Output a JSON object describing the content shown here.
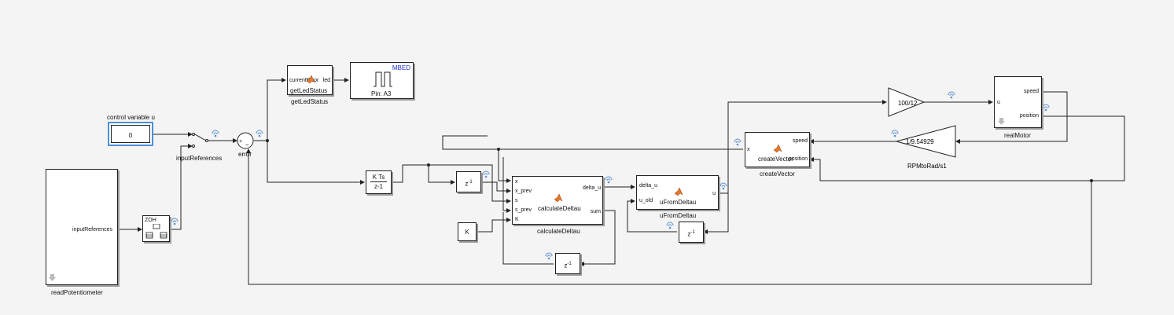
{
  "blocks": {
    "read_potentiometer": {
      "name": "readPotentiometer",
      "port_out": "inputReferences"
    },
    "control_variable": {
      "title": "control variable u",
      "value": "0"
    },
    "input_references": {
      "name": "inputReferences"
    },
    "zoh": {
      "label": "ZOH"
    },
    "sum": {
      "name": "error",
      "sign_plus": "+",
      "sign_minus": "−"
    },
    "get_led_status": {
      "name": "getLedStatus",
      "inner": "getLedStatus",
      "port_in": "currentError",
      "port_out": "led"
    },
    "mbed_pin": {
      "badge": "MBED",
      "pin": "Pin: A3"
    },
    "discrete_integrator": {
      "num": "K Ts",
      "den": "z-1"
    },
    "delay1": {
      "label": "z",
      "exp": "-1"
    },
    "delay2": {
      "label": "z",
      "exp": "-1"
    },
    "delay3": {
      "label": "z",
      "exp": "-1"
    },
    "const_k": {
      "label": "K"
    },
    "calculate_deltau": {
      "name": "calculateDeltau",
      "inner": "calculateDeltau",
      "ports_in": [
        "x",
        "x_prev",
        "s",
        "s_prev",
        "K"
      ],
      "ports_out": [
        "delta_u",
        "sum"
      ]
    },
    "ufrom_deltau": {
      "name": "uFromDeltau",
      "inner": "uFromDeltau",
      "ports_in": [
        "delta_u",
        "u_old"
      ],
      "port_out": "u"
    },
    "create_vector": {
      "name": "createVector",
      "inner": "createVector",
      "port_in": "x",
      "ports_right": [
        "speed",
        "position"
      ]
    },
    "gain_100_12": {
      "label": "100/12"
    },
    "gain_rpm": {
      "label": "1/9.54929",
      "name": "RPMtoRad/s1"
    },
    "real_motor": {
      "name": "realMotor",
      "port_in": "u",
      "ports_out": [
        "speed",
        "position"
      ]
    }
  },
  "colors": {
    "background": "#f4f4f4",
    "line": "#222222",
    "selected": "#4a90d9",
    "mbed": "#2233cc",
    "wifi": "#5b8fd0"
  },
  "icons": [
    "matlab-function-icon",
    "signal-logging-icon",
    "block-menu-arrow-icon",
    "pulse-icon"
  ]
}
